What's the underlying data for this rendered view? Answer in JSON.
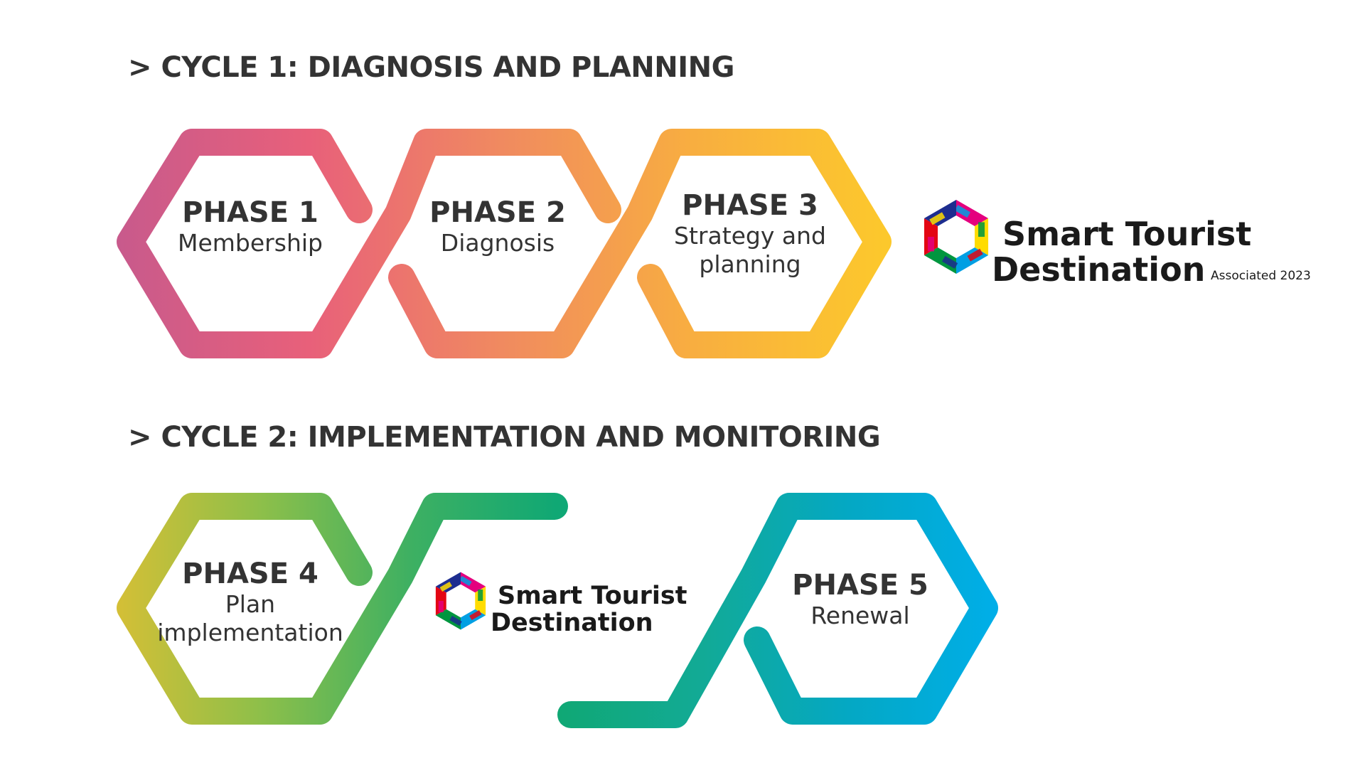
{
  "cycles": [
    {
      "title": "> CYCLE 1: DIAGNOSIS AND PLANNING"
    },
    {
      "title": "> CYCLE 2: IMPLEMENTATION AND MONITORING"
    }
  ],
  "phases": [
    {
      "title": "PHASE 1",
      "subtitle": [
        "Membership"
      ]
    },
    {
      "title": "PHASE 2",
      "subtitle": [
        "Diagnosis"
      ]
    },
    {
      "title": "PHASE 3",
      "subtitle": [
        "Strategy and",
        "planning"
      ]
    },
    {
      "title": "PHASE 4",
      "subtitle": [
        "Plan",
        "implementation"
      ]
    },
    {
      "title": "PHASE 5",
      "subtitle": [
        "Renewal"
      ]
    }
  ],
  "logo_large": {
    "line1": "Smart Tourist",
    "line2": "Destination",
    "tag": "Associated 2023"
  },
  "logo_small": {
    "line1": "Smart Tourist",
    "line2": "Destination"
  },
  "colors": {
    "cycle1": [
      "#c85a8c",
      "#e8607a",
      "#f08a60",
      "#f8ae40",
      "#fcc82c"
    ],
    "cycle2": [
      "#d4bf36",
      "#8cbf4a",
      "#3eb062",
      "#10a874",
      "#12aa96",
      "#04a8c4",
      "#00aee8"
    ],
    "logo_segments": [
      "#e4007e",
      "#ffdc00",
      "#009fe3",
      "#00963f",
      "#e30613",
      "#1d2d8f"
    ]
  },
  "icons": [
    "hexagon-logo-icon"
  ]
}
